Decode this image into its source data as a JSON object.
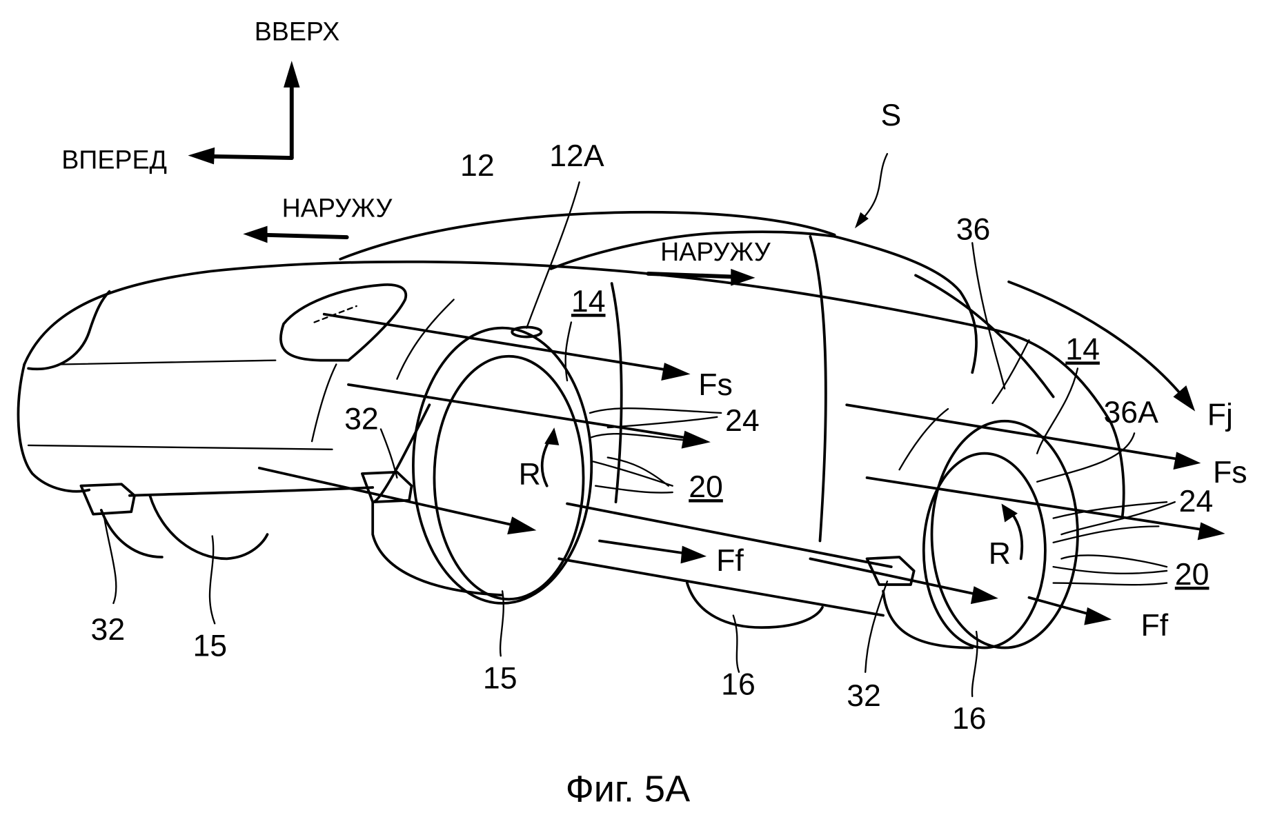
{
  "figure": {
    "caption": "Фиг. 5A",
    "vehicle_label": "S",
    "directions": {
      "up": "ВВЕРХ",
      "forward": "ВПЕРЕД",
      "outward_front": "НАРУЖУ",
      "outward_roof": "НАРУЖУ"
    },
    "reference_numerals": {
      "body_front": "12",
      "wheel_arch_front": "12A",
      "fender_front": "14",
      "fender_rear": "14",
      "fin_front_left": "32",
      "fin_front_right": "32",
      "fin_rear": "32",
      "wheel_front_left": "15",
      "wheel_front_right": "15",
      "wheel_rear_left": "16",
      "wheel_rear_right": "16",
      "louver_front": "24",
      "louver_rear": "24",
      "duct_front": "20",
      "duct_rear": "20",
      "rear_body": "36",
      "rear_body_edge": "36A"
    },
    "airflows": {
      "side_front": "Fs",
      "side_rear": "Fs",
      "floor_front": "Ff",
      "floor_rear": "Ff",
      "jet": "Fj"
    },
    "rotation": {
      "front": "R",
      "rear": "R"
    }
  }
}
